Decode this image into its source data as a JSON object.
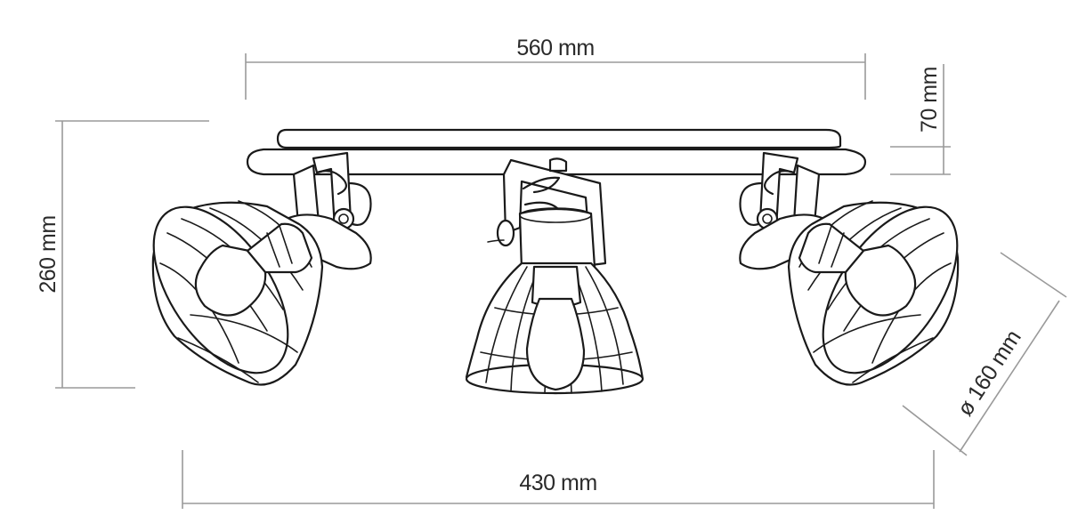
{
  "dimensions": {
    "top_width": "560 mm",
    "bar_height": "70 mm",
    "total_height": "260 mm",
    "shade_diameter": "ø 160 mm",
    "bottom_width": "430 mm"
  }
}
